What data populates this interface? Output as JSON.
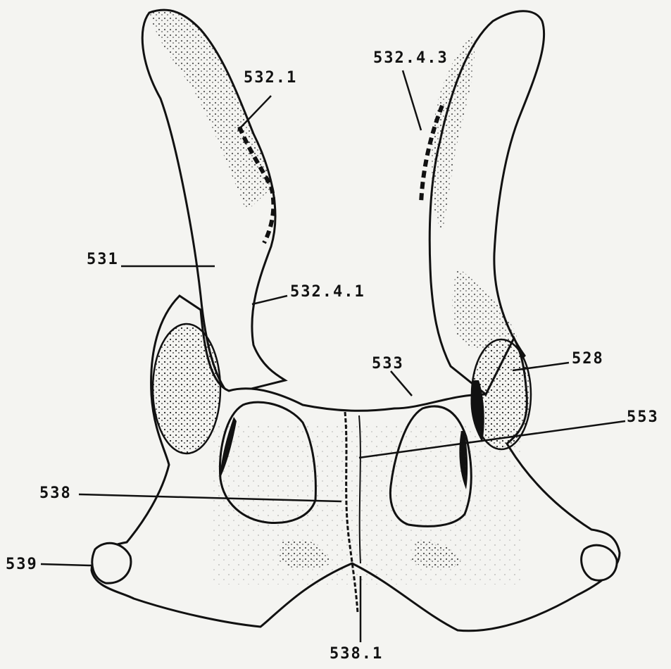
{
  "labels": {
    "l_532_1": "532.1",
    "l_532_4_3": "532.4.3",
    "l_531": "531",
    "l_532_4_1": "532.4.1",
    "l_533": "533",
    "l_528": "528",
    "l_553": "553",
    "l_538": "538",
    "l_539": "539",
    "l_538_1": "538.1"
  },
  "colors": {
    "ink": "#111111",
    "paper": "#f4f4f1",
    "stipple": "#222222"
  }
}
